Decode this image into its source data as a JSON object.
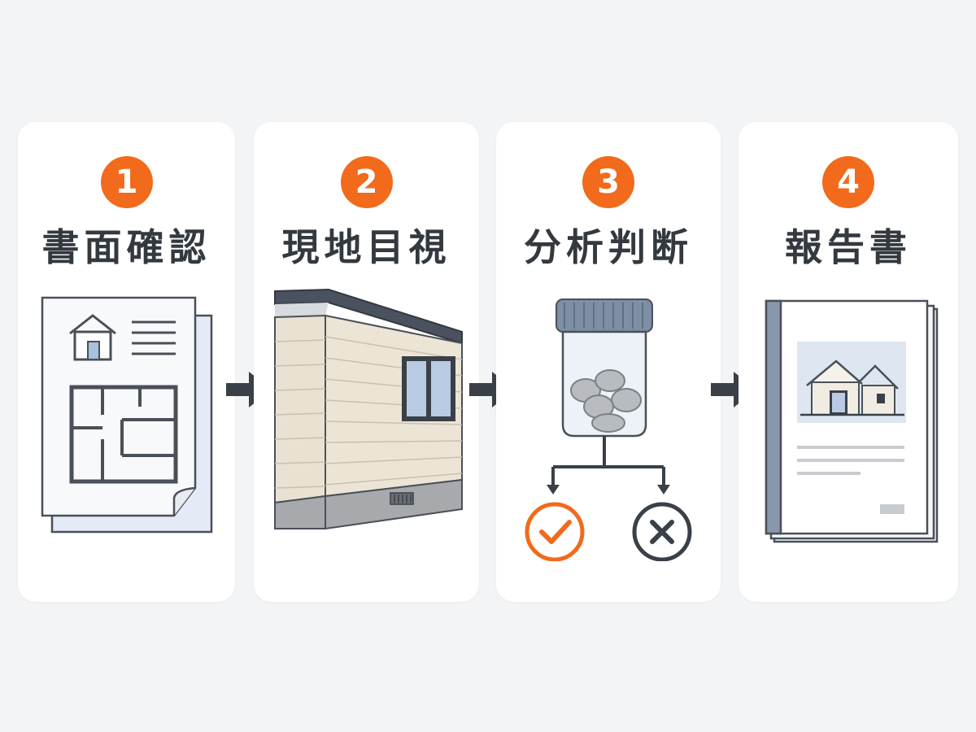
{
  "colors": {
    "background": "#f3f4f5",
    "card": "#ffffff",
    "accent_orange": "#f26a1b",
    "dark": "#3a4048"
  },
  "steps": [
    {
      "number": "1",
      "title": "書面確認",
      "icon": "document-floorplan-icon"
    },
    {
      "number": "2",
      "title": "現地目視",
      "icon": "house-siding-icon"
    },
    {
      "number": "3",
      "title": "分析判断",
      "icon": "sample-jar-decision-icon"
    },
    {
      "number": "4",
      "title": "報告書",
      "icon": "report-booklet-icon"
    }
  ],
  "connectors": [
    "arrow-right-icon",
    "arrow-right-icon",
    "arrow-right-icon"
  ]
}
